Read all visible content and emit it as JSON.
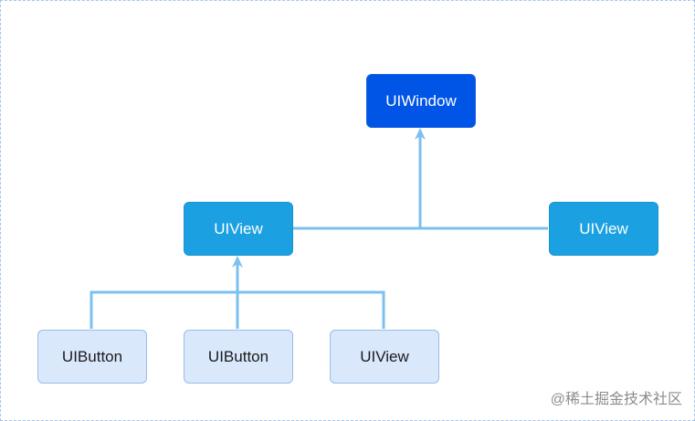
{
  "diagram": {
    "nodes": {
      "root": "UIWindow",
      "view_left": "UIView",
      "view_right": "UIView",
      "button_1": "UIButton",
      "button_2": "UIButton",
      "view_leaf": "UIView"
    },
    "colors": {
      "edge": "#7cc0f0",
      "root_fill": "#0054e6",
      "mid_fill": "#1ba1e2",
      "leaf_fill": "#dae8fc"
    }
  },
  "watermark": "@稀土掘金技术社区"
}
